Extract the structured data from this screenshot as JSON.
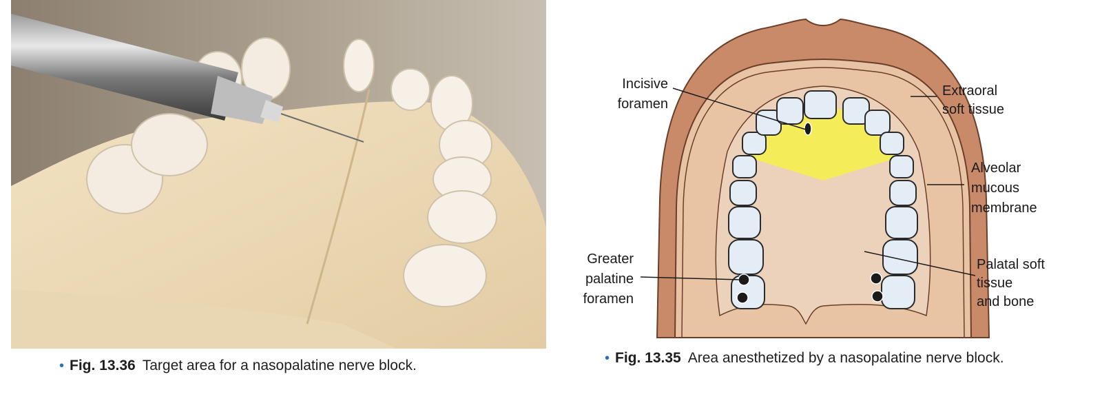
{
  "left_figure": {
    "fig_number": "Fig. 13.36",
    "caption": "Target area for a nasopalatine nerve block."
  },
  "right_figure": {
    "fig_number": "Fig. 13.35",
    "caption": "Area anesthetized by a nasopalatine nerve block.",
    "labels": {
      "incisive_1": "Incisive",
      "incisive_2": "foramen",
      "extraoral_1": "Extraoral",
      "extraoral_2": "soft tissue",
      "alveolar_1": "Alveolar",
      "alveolar_2": "mucous",
      "alveolar_3": "membrane",
      "greater_1": "Greater",
      "greater_2": "palatine",
      "greater_3": "foramen",
      "palatal_1": "Palatal soft",
      "palatal_2": "tissue",
      "palatal_3": "and bone"
    }
  },
  "colors": {
    "extraoral": "#c98a6a",
    "mucosa": "#e8c3a4",
    "palate": "#ecd2bb",
    "anesthetized": "#f4ec58",
    "teeth": "#e4ecf6",
    "bullet": "#2b6fb5"
  }
}
